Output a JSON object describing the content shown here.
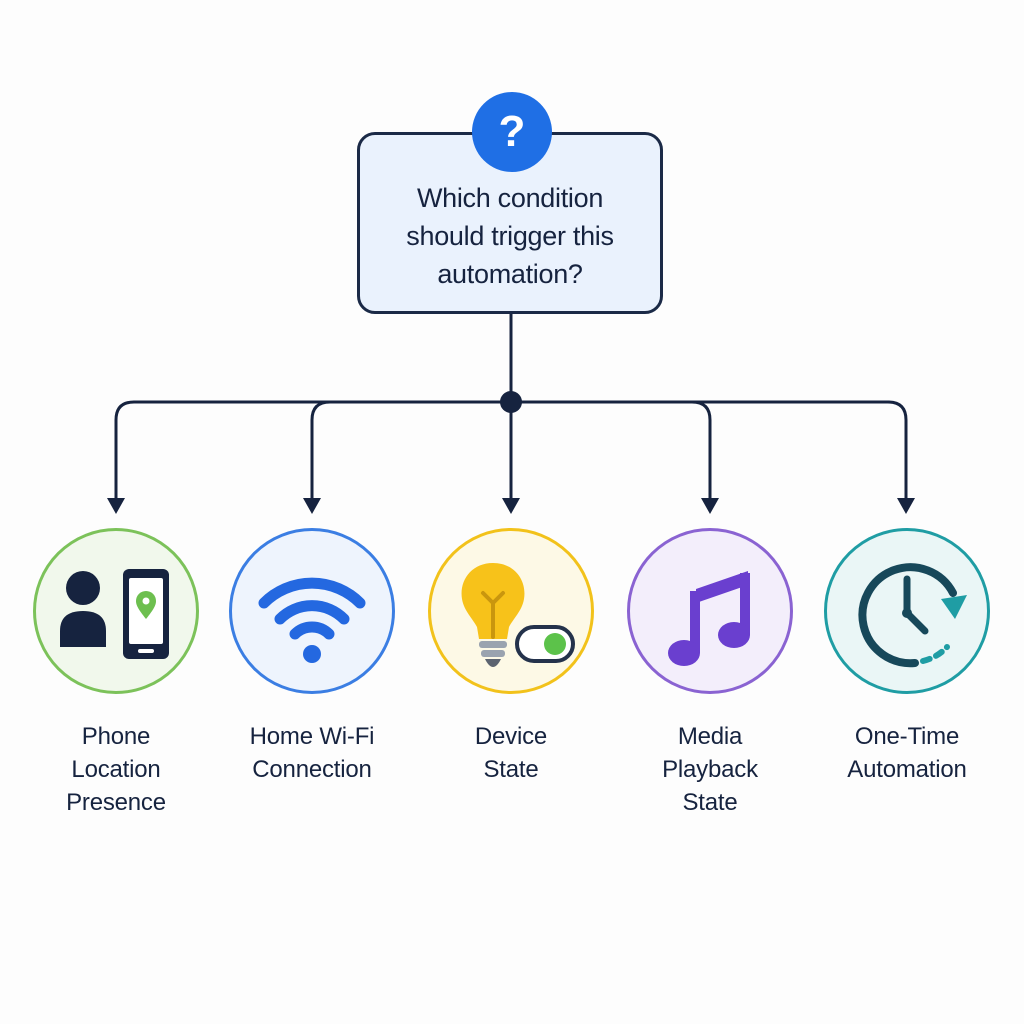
{
  "question": {
    "text": "Which condition should trigger this automation?",
    "badge_symbol": "?",
    "badge_icon": "question-mark-icon"
  },
  "colors": {
    "line": "#16233f",
    "question_fill": "#eaf2fd",
    "badge": "#1f6fe5"
  },
  "options": [
    {
      "label_lines": [
        "Phone",
        "Location",
        "Presence"
      ],
      "icon": "person-phone-location-icon",
      "ring": "#7cc25a",
      "fill": "#f1f8ec"
    },
    {
      "label_lines": [
        "Home Wi-Fi",
        "Connection"
      ],
      "icon": "wifi-icon",
      "ring": "#3b7ee3",
      "fill": "#eef4fd"
    },
    {
      "label_lines": [
        "Device",
        "State"
      ],
      "icon": "lightbulb-toggle-icon",
      "ring": "#f2c21b",
      "fill": "#fdf9e6"
    },
    {
      "label_lines": [
        "Media",
        "Playback",
        "State"
      ],
      "icon": "music-note-icon",
      "ring": "#8a63d2",
      "fill": "#f3eefb"
    },
    {
      "label_lines": [
        "One-Time",
        "Automation"
      ],
      "icon": "clock-arrow-icon",
      "ring": "#1f9da4",
      "fill": "#eaf6f6"
    }
  ]
}
